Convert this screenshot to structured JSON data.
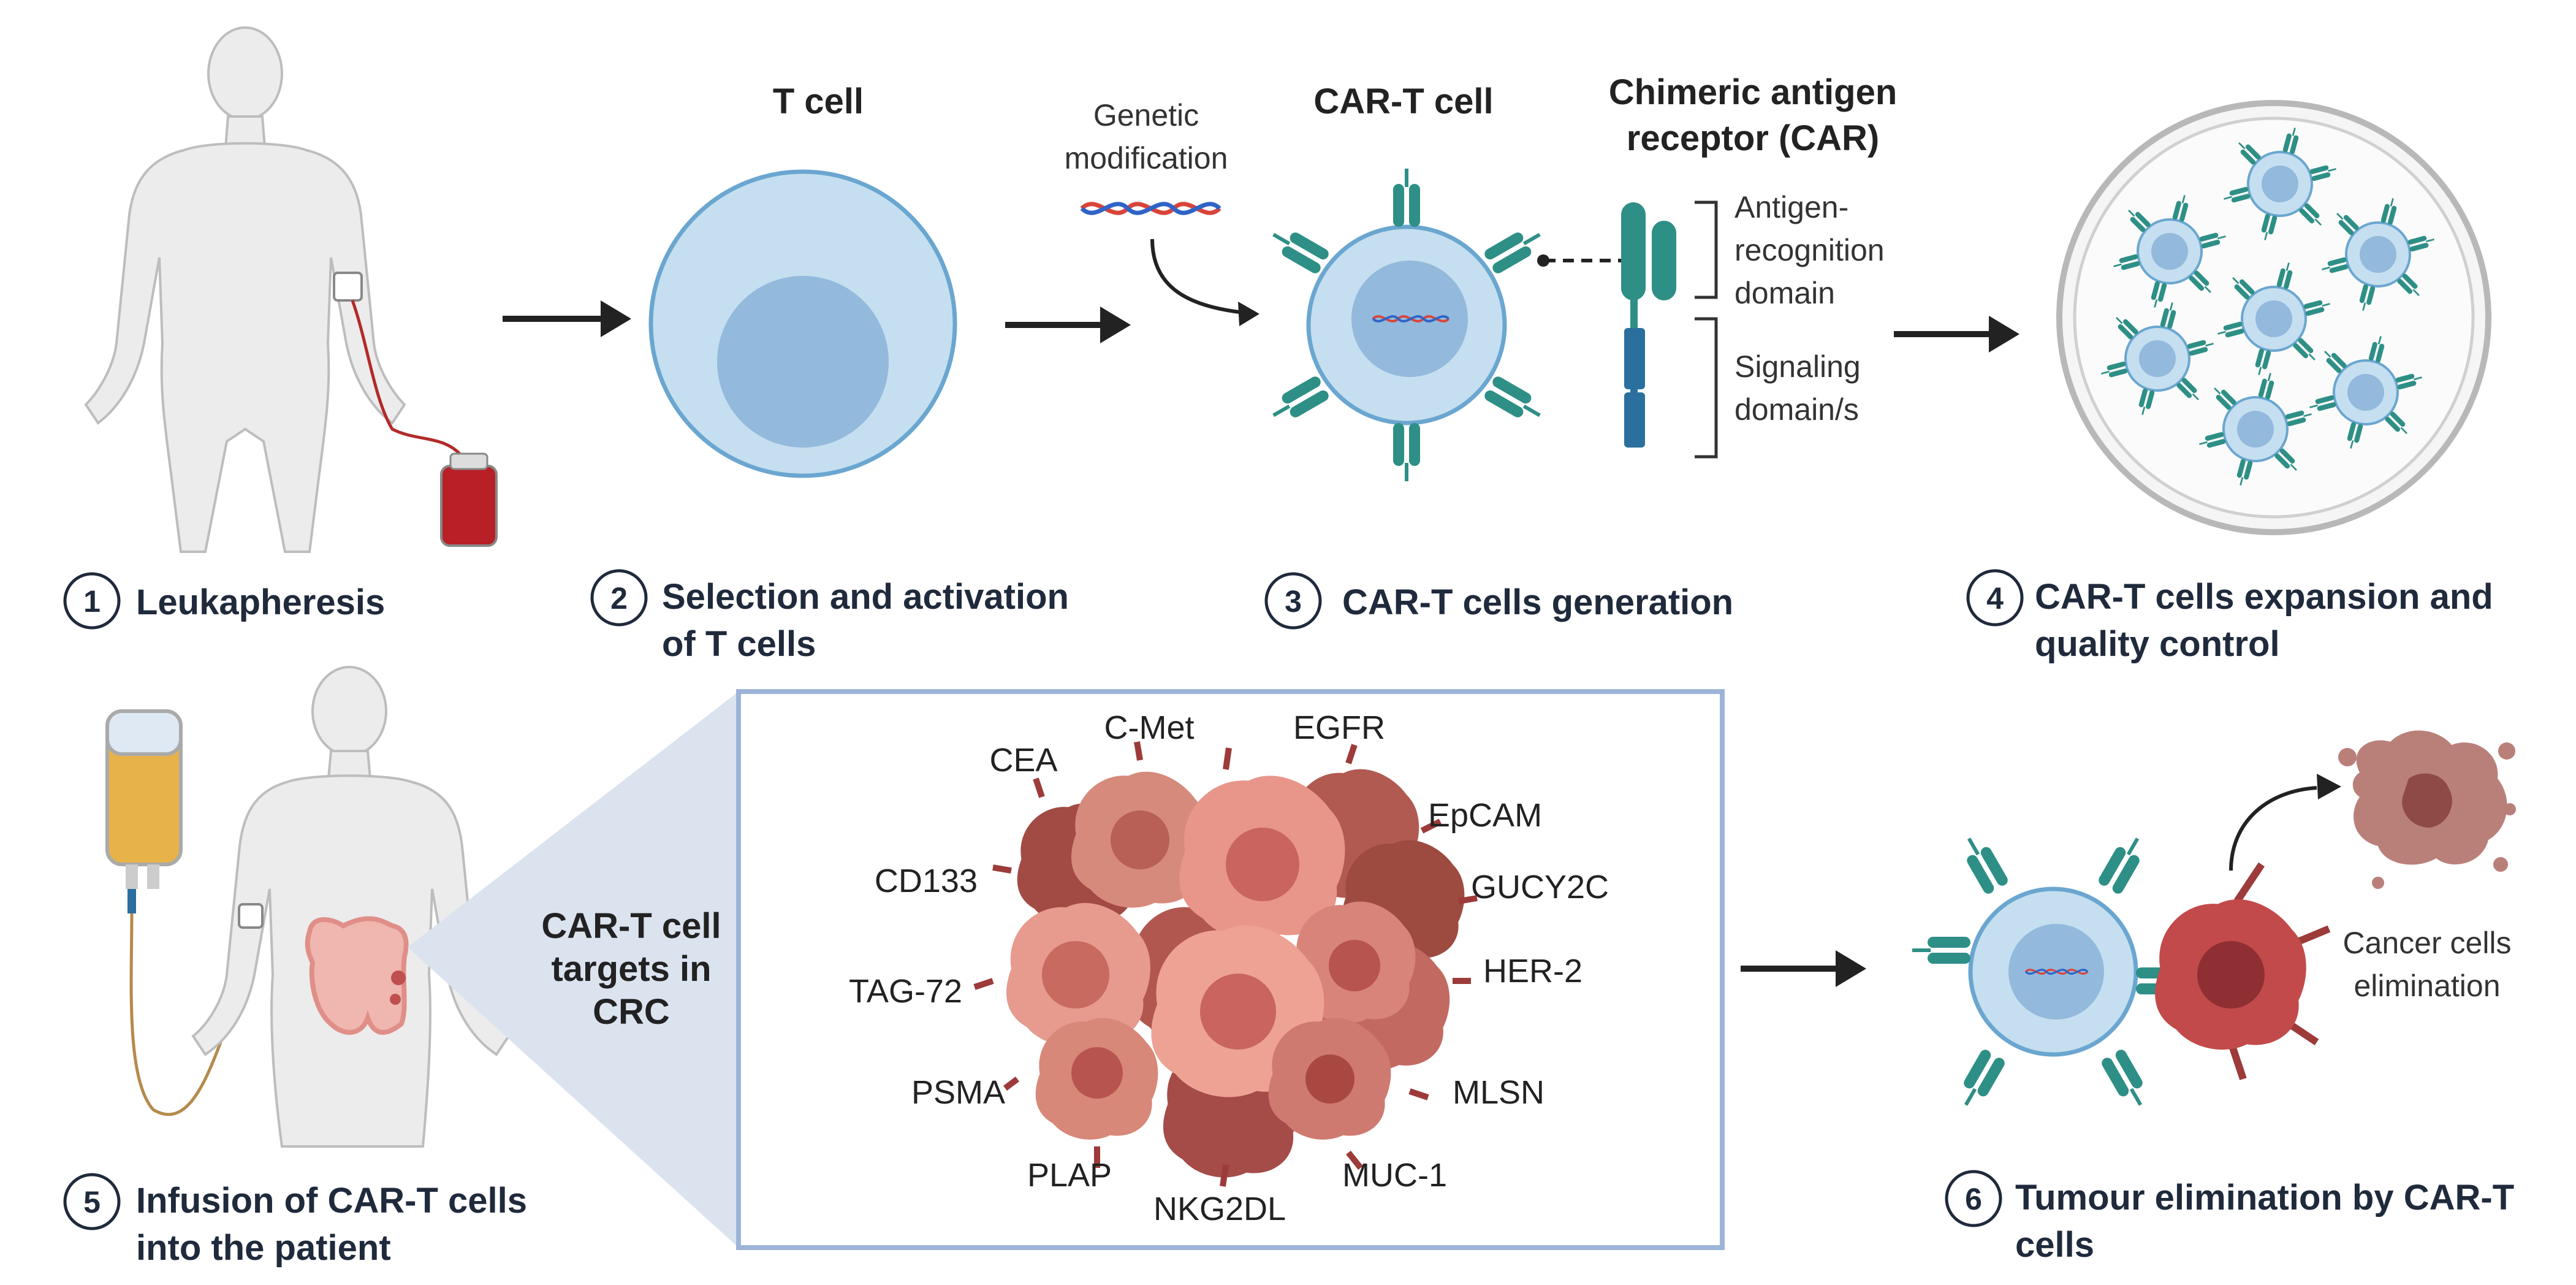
{
  "steps": {
    "s1": {
      "num": "1",
      "label": "Leukapheresis"
    },
    "s2": {
      "num": "2",
      "line1": "Selection and activation",
      "line2": "of T cells"
    },
    "s3": {
      "num": "3",
      "label": "CAR-T cells generation"
    },
    "s4": {
      "num": "4",
      "line1": "CAR-T cells expansion and",
      "line2": "quality control"
    },
    "s5": {
      "num": "5",
      "line1": "Infusion of CAR-T cells",
      "line2": "into the patient"
    },
    "s6": {
      "num": "6",
      "line1": "Tumour elimination by CAR-T",
      "line2": "cells"
    }
  },
  "labels": {
    "t_cell": "T cell",
    "genetic1": "Genetic",
    "genetic2": "modification",
    "cart_cell": "CAR-T cell",
    "car1": "Chimeric antigen",
    "car2": "receptor (CAR)",
    "antigen1": "Antigen-",
    "antigen2": "recognition",
    "antigen3": "domain",
    "signal1": "Signaling",
    "signal2": "domain/s",
    "targets1": "CAR-T cell",
    "targets2": "targets in",
    "targets3": "CRC",
    "cancer1": "Cancer cells",
    "cancer2": "elimination"
  },
  "targets": [
    "CEA",
    "C-Met",
    "EGFR",
    "EpCAM",
    "GUCY2C",
    "HER-2",
    "MLSN",
    "MUC-1",
    "NKG2DL",
    "PLAP",
    "PSMA",
    "TAG-72",
    "CD133"
  ],
  "colors": {
    "tcell_fill": "#c5dff0",
    "tcell_stroke": "#6aa6d0",
    "nucleus": "#93b9dc",
    "receptor": "#2e8f86",
    "signal": "#2a6f9e",
    "cancer": "#c9645f",
    "cancer_dark": "#9c3b3a",
    "box_border": "#9db4d8",
    "zoom_fill": "#dbe3ef"
  }
}
